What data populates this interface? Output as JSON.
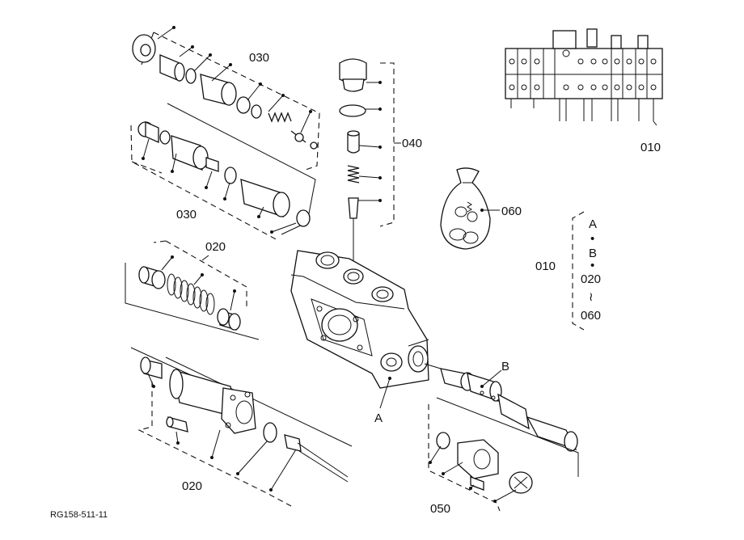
{
  "labels": {
    "p030_top": "030",
    "p030_mid": "030",
    "p040": "040",
    "p010_top": "010",
    "p060": "060",
    "p010_side": "010",
    "p020_top": "020",
    "p020_bottom": "020",
    "pA": "A",
    "pB": "B",
    "p050": "050"
  },
  "kit_legend": {
    "items": [
      "A",
      "•",
      "B",
      "•",
      "020",
      "≀",
      "060"
    ]
  },
  "drawing_id": "RG158-511-11"
}
